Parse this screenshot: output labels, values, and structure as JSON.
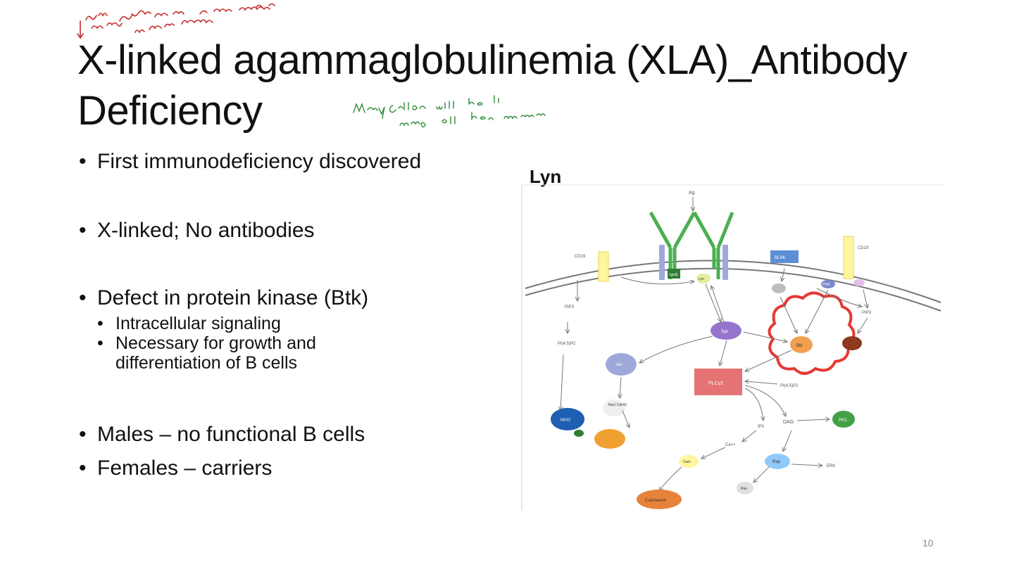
{
  "slide": {
    "title": "X-linked agammaglobulinemia (XLA)_Antibody Deficiency",
    "bullets": [
      {
        "text": "First immunodeficiency discovered"
      },
      {
        "text": "X-linked; No antibodies"
      },
      {
        "text": "Defect in protein kinase (Btk)",
        "sub": [
          "Intracellular signaling",
          "Necessary for growth and differentiation of B cells"
        ]
      },
      {
        "text": "Males – no functional B cells"
      },
      {
        "text": "Females – carriers"
      }
    ],
    "bullet_glyph": "•",
    "page_number": "10"
  },
  "figure": {
    "label": "Lyn",
    "nodes": {
      "ag": "Ag",
      "cd19_left": "CD19",
      "cd19_right": "CD19",
      "lyn": "Lyn",
      "syk": "Syk",
      "btk": "Btk",
      "vav": "Vav",
      "plcg2": "PLCγ2",
      "pip3_left": "PIP3",
      "pip3_right": "PIP3",
      "pip2_left": "PI(4,5)P2",
      "pip2_right": "PI(4,5)P2",
      "ip3": "IP3",
      "dag": "DAG",
      "pkc": "PKC",
      "ca": "Ca++",
      "cam": "Cam",
      "calcineurin": "Calcineurin",
      "rap": "Rap",
      "erk": "ERK",
      "ras": "Ras",
      "rac": "Rac/ Cdc42",
      "nfat": "NFAT",
      "sig": "Igα/β",
      "blnk": "BLNK",
      "pi3k": "PI3K"
    },
    "colors": {
      "receptor": "#4caf50",
      "highlight": "#e53935",
      "btk": "#f0a050",
      "plcg2": "#e57373",
      "vav": "#9fa8da",
      "syk": "#9575cd",
      "pkc": "#43a047",
      "calcineurin": "#e6833a",
      "nfat": "#1e5fb3",
      "cam": "#fff59d",
      "rap": "#90caf9",
      "cd19": "#fff59d",
      "membrane": "#777777"
    }
  },
  "annotations": {
    "handwriting_red": "",
    "handwriting_green": "Many children will be ... missing all their antibodies"
  }
}
